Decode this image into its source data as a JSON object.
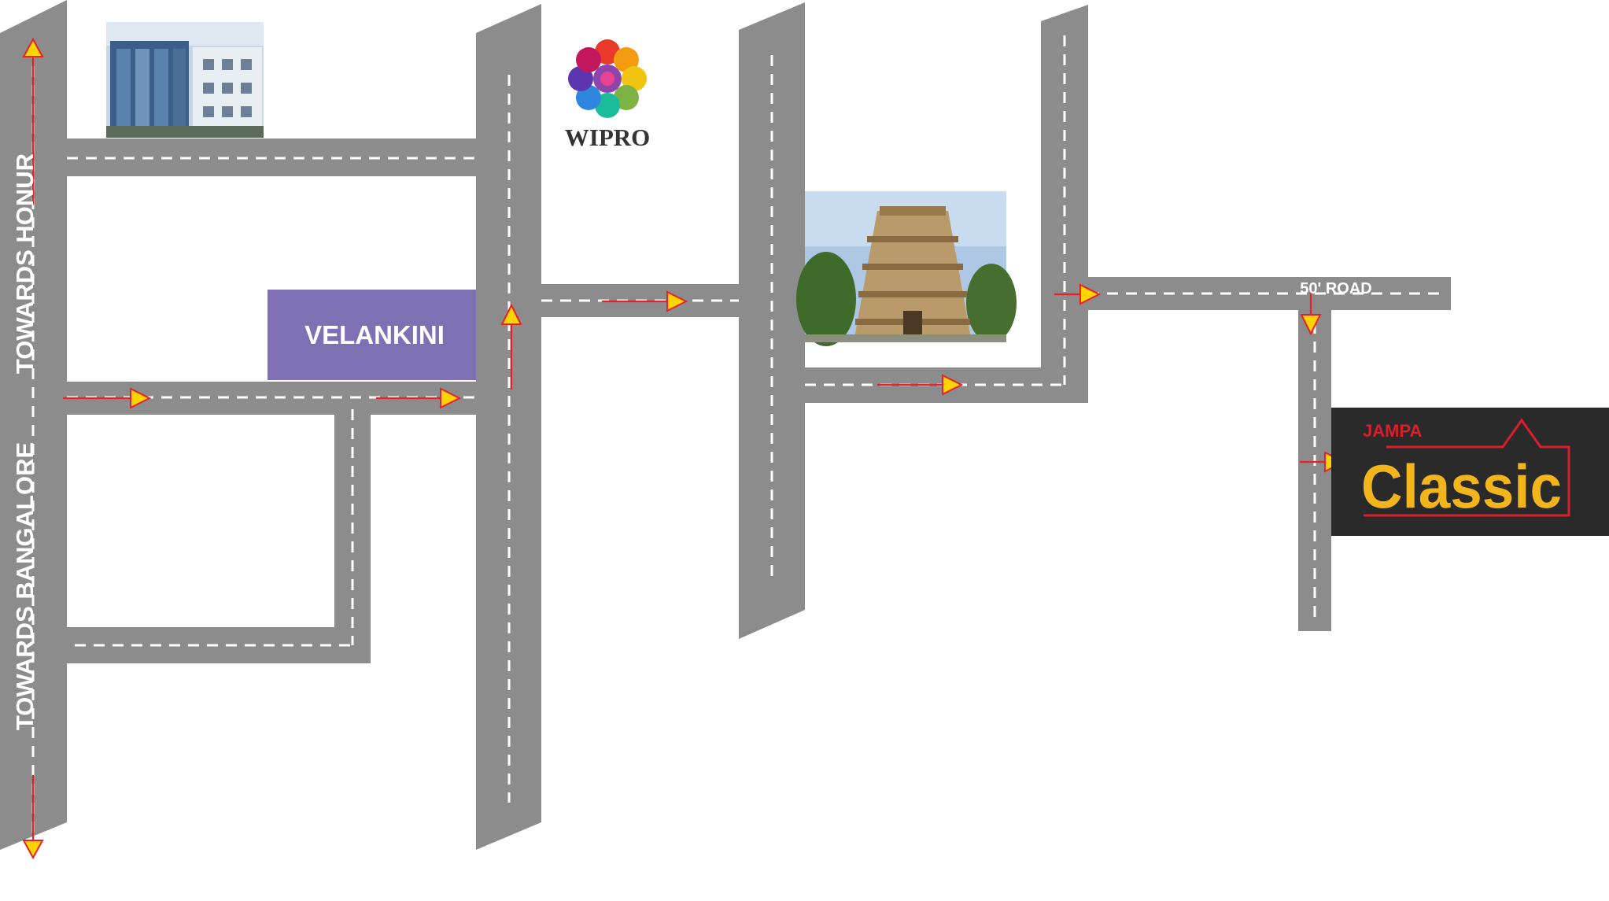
{
  "map": {
    "road_labels": {
      "towards_honur": "TOWARDS HONUR",
      "towards_bangalore": "TOWARDS BANGALORE",
      "fifty_ft_road": "50' ROAD"
    },
    "landmarks": {
      "velankini": "VELANKINI",
      "wipro": "WIPRO",
      "office_building": "",
      "temple": ""
    },
    "destination": {
      "brand_top": "JAMPA",
      "brand_main": "Classic"
    },
    "colors": {
      "road": "#8c8c8c",
      "road_marking": "#ffffff",
      "arrow_line": "#e8202a",
      "arrow_head": "#ffd400",
      "velankini_box": "#7f6fb3",
      "destination_box": "#2a2a2a",
      "destination_text": "#f2b51c",
      "destination_accent": "#d91f2a"
    },
    "icons": {
      "direction": "arrow-icon",
      "wipro_logo": "wipro-flower-logo-icon",
      "temple": "temple-gopuram-icon",
      "building": "office-building-icon"
    }
  }
}
